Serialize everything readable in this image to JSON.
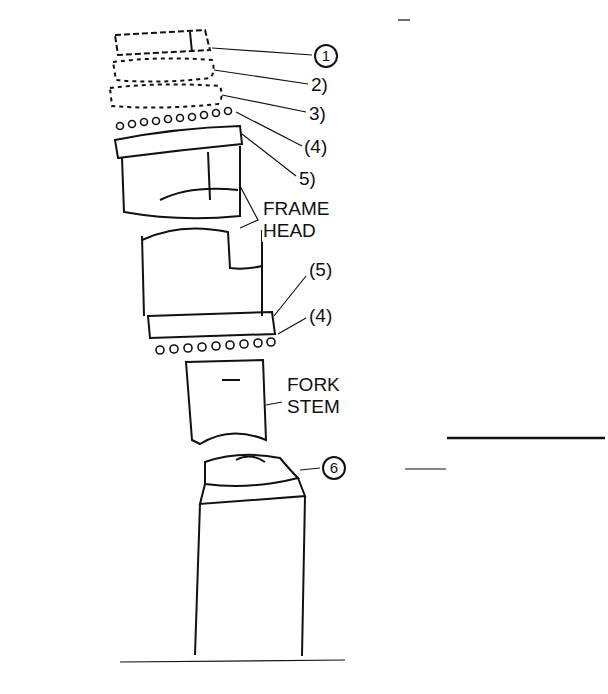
{
  "diagram": {
    "labels": [
      "1",
      "2)",
      "3)",
      "(4)",
      "5)",
      "FRAME HEAD",
      "(5)",
      "(4)",
      "FORK STEM",
      "6"
    ]
  }
}
